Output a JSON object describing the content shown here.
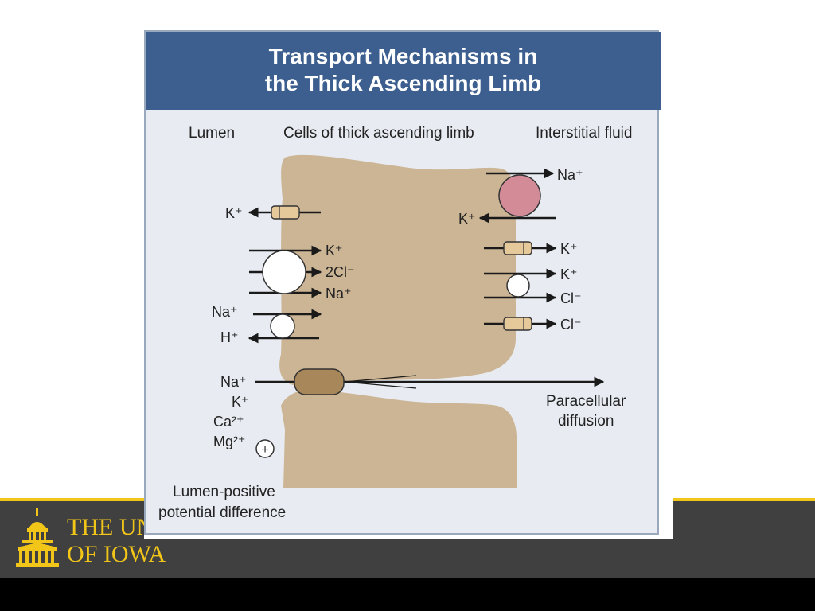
{
  "slide": {
    "title_line1": "Transport Mechanisms in",
    "title_line2": "the Thick Ascending Limb",
    "headers": {
      "lumen": "Lumen",
      "cells": "Cells of thick ascending limb",
      "interstitial": "Interstitial fluid"
    },
    "apical": {
      "k_channel": "K⁺",
      "nkcc_k": "K⁺",
      "nkcc_cl": "2Cl⁻",
      "nkcc_na": "Na⁺",
      "nhe_na": "Na⁺",
      "nhe_h": "H⁺"
    },
    "basolateral": {
      "pump_na": "Na⁺",
      "pump_k": "K⁺",
      "k_channel": "K⁺",
      "kcl_k": "K⁺",
      "kcl_cl": "Cl⁻",
      "cl_channel": "Cl⁻"
    },
    "paracellular": {
      "ion_na": "Na⁺",
      "ion_k": "K⁺",
      "ion_ca": "Ca²⁺",
      "ion_mg": "Mg²⁺",
      "plus_sign": "+",
      "label_line1": "Paracellular",
      "label_line2": "diffusion"
    },
    "potential_line1": "Lumen-positive",
    "potential_line2": "potential difference",
    "colors": {
      "cell": "#ccb595",
      "pump": "#d48b98",
      "channel": "#e6c99a",
      "junction": "#a8875a",
      "title_bar": "#3c5f8f",
      "accent_gold": "#f2c619",
      "footer": "#404040"
    }
  },
  "footer": {
    "logo_line1": "THE UNIVERSITY",
    "logo_line2": "OF IOWA",
    "logo_icon": "old-capitol-dome-icon"
  }
}
